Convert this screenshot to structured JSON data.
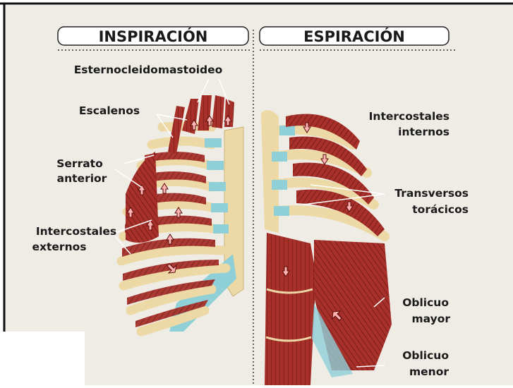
{
  "headers": {
    "left": "INSPIRACIÓN",
    "right": "ESPIRACIÓN"
  },
  "labels": {
    "esternocleidomastoideo": "Esternocleidomastoideo",
    "escalenos": "Escalenos",
    "serrato_1": "Serrato",
    "serrato_2": "anterior",
    "intercostales_ext_1": "Intercostales",
    "intercostales_ext_2": "externos",
    "intercostales_int_1": "Intercostales",
    "intercostales_int_2": "internos",
    "transversos_1": "Transversos",
    "transversos_2": "torácicos",
    "oblicuo_mayor_1": "Oblicuo",
    "oblicuo_mayor_2": "mayor",
    "oblicuo_menor_1": "Oblicuo",
    "oblicuo_menor_2": "menor"
  },
  "colors": {
    "muscle": "#a8302a",
    "muscle_dark": "#7a1c18",
    "bone": "#ecd9a6",
    "cartilage": "#8fd0d8",
    "background": "#efece6",
    "border": "#111111"
  }
}
